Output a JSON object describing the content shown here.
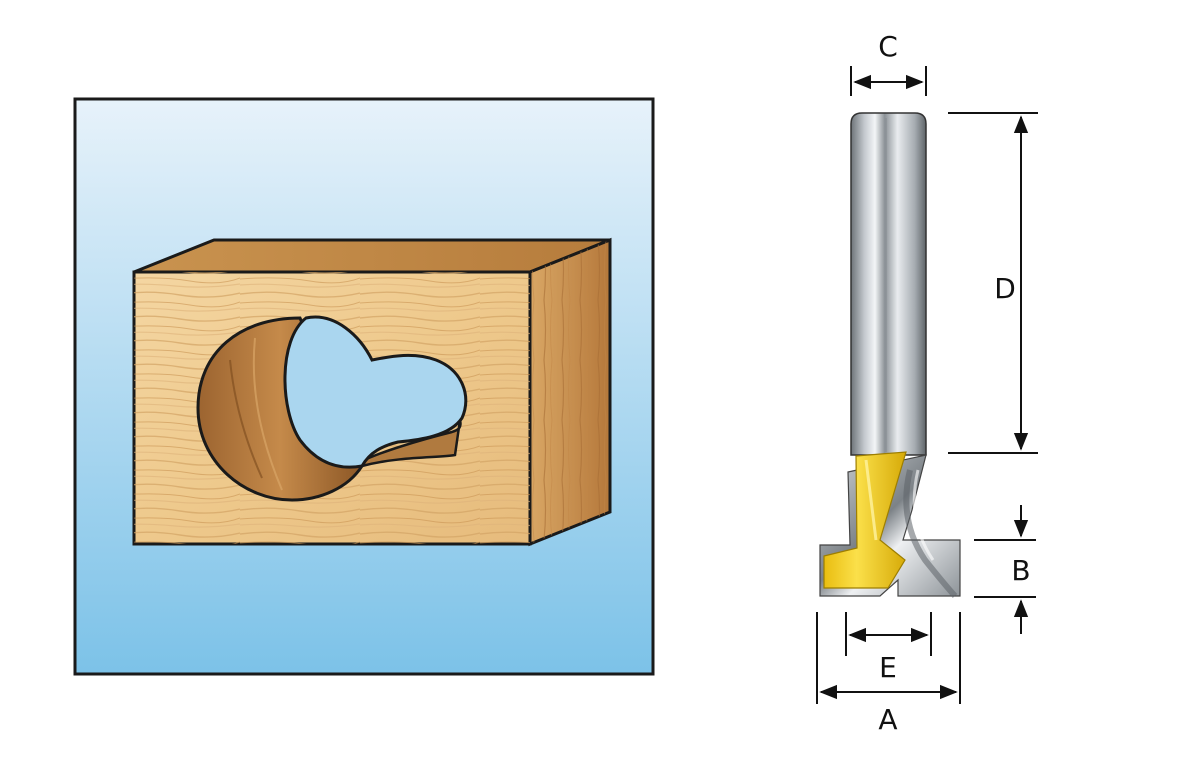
{
  "labels": {
    "a": "A",
    "b": "B",
    "c": "C",
    "d": "D",
    "e": "E"
  },
  "colors": {
    "sky_top": "#e7f2fa",
    "sky_bottom": "#7cc2e8",
    "frame": "#1a1a1a",
    "wood_light": "#f2d09a",
    "wood_mid": "#dba86a",
    "wood_dark": "#a86e35",
    "shank_light": "#e9ecef",
    "shank_dark": "#6d7378",
    "cutter_yellow": "#f7d21c",
    "cutter_dark": "#c9a200"
  },
  "icons": {
    "illustration": "keyhole-slot-in-wood-block",
    "tool": "keyhole-router-bit"
  }
}
